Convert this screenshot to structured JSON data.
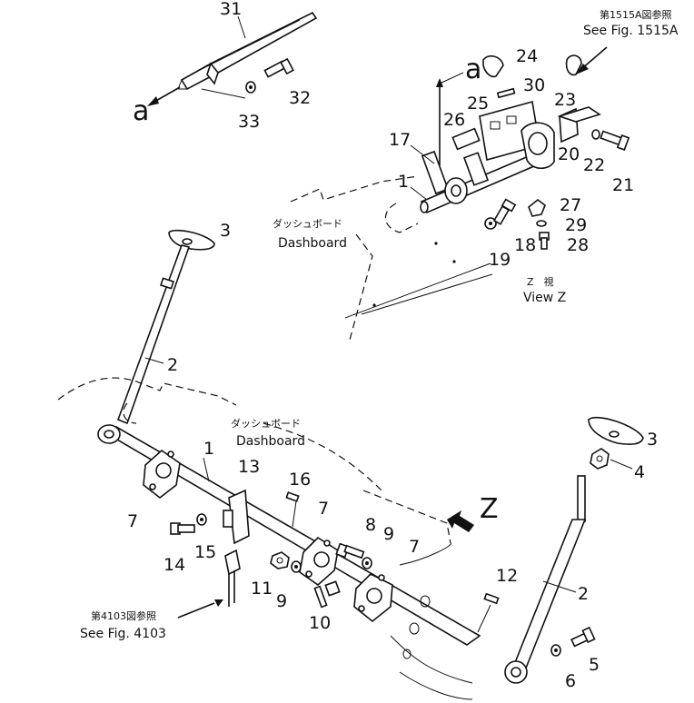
{
  "callouts": [
    {
      "label": "31"
    },
    {
      "label": "32"
    },
    {
      "label": "33"
    },
    {
      "label": "a"
    },
    {
      "label": "a"
    },
    {
      "label": "24"
    },
    {
      "label": "30"
    },
    {
      "label": "23"
    },
    {
      "label": "26"
    },
    {
      "label": "25"
    },
    {
      "label": "17"
    },
    {
      "label": "1"
    },
    {
      "label": "20"
    },
    {
      "label": "22"
    },
    {
      "label": "21"
    },
    {
      "label": "27"
    },
    {
      "label": "29"
    },
    {
      "label": "28"
    },
    {
      "label": "18"
    },
    {
      "label": "19"
    },
    {
      "label": "3"
    },
    {
      "label": "2"
    },
    {
      "label": "1"
    },
    {
      "label": "13"
    },
    {
      "label": "16"
    },
    {
      "label": "7"
    },
    {
      "label": "14"
    },
    {
      "label": "15"
    },
    {
      "label": "11"
    },
    {
      "label": "9"
    },
    {
      "label": "10"
    },
    {
      "label": "8"
    },
    {
      "label": "9"
    },
    {
      "label": "7"
    },
    {
      "label": "7"
    },
    {
      "label": "12"
    },
    {
      "label": "3"
    },
    {
      "label": "4"
    },
    {
      "label": "2"
    },
    {
      "label": "5"
    },
    {
      "label": "6"
    }
  ],
  "view_label": "Z",
  "references": {
    "fig1515a_jp": "第1515A図参照",
    "fig1515a_en": "See Fig. 1515A",
    "fig4103_jp": "第4103図参照",
    "fig4103_en": "See Fig. 4103"
  },
  "dashboard_labels": {
    "upper_jp": "ダッシュボード",
    "upper_en": "Dashboard",
    "lower_jp": "ダッシュボード",
    "lower_en": "Dashboard"
  },
  "view_z": {
    "jp": "Z　視",
    "en": "View Z"
  }
}
